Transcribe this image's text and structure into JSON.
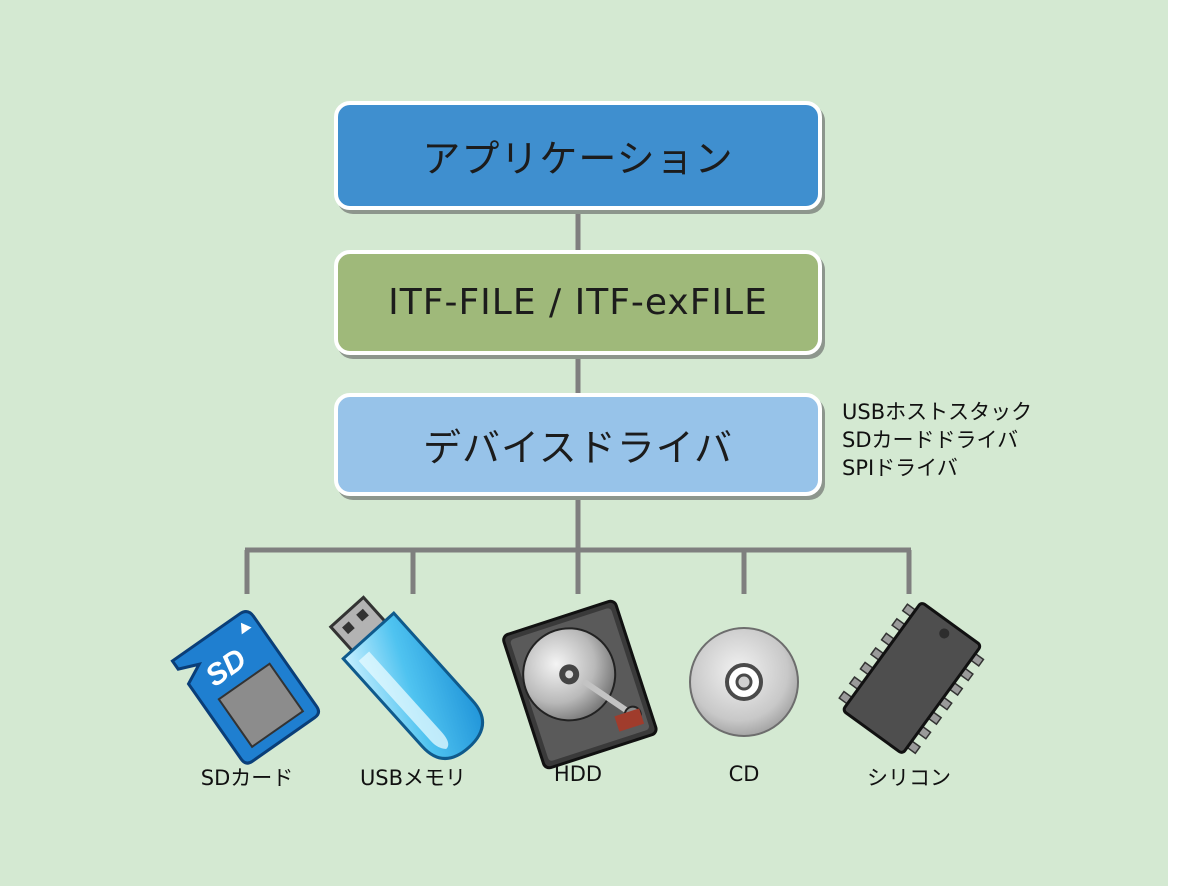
{
  "colors": {
    "background": "#d4e9d2",
    "application": "#3f8fcf",
    "filesystem": "#9fb97a",
    "driver": "#97c3e9",
    "connector": "#7f7f7f"
  },
  "layers": {
    "application": "アプリケーション",
    "filesystem": "ITF-FILE / ITF-exFILE",
    "driver": "デバイスドライバ"
  },
  "driver_notes": [
    "USBホストスタック",
    "SDカードドライバ",
    "SPIドライバ"
  ],
  "devices": [
    {
      "label": "SDカード",
      "icon": "sd-card-icon"
    },
    {
      "label": "USBメモリ",
      "icon": "usb-memory-icon"
    },
    {
      "label": "HDD",
      "icon": "hdd-icon"
    },
    {
      "label": "CD",
      "icon": "cd-icon"
    },
    {
      "label": "シリコン",
      "icon": "silicon-chip-icon"
    }
  ]
}
